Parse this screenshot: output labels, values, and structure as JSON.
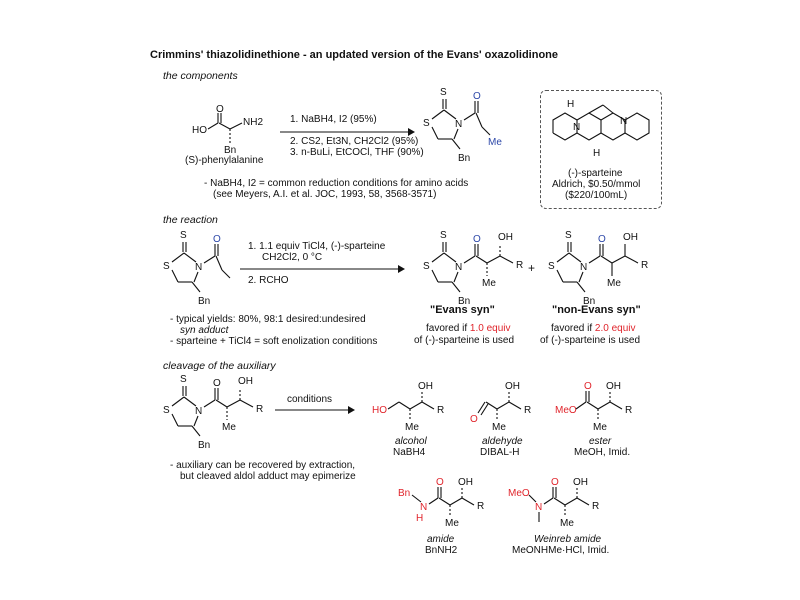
{
  "title": "Crimmins' thiazolidinethione - an updated version of the Evans' oxazolidinone",
  "sections": {
    "components": "the components",
    "reaction": "the reaction",
    "cleavage": "cleavage of the auxiliary"
  },
  "components": {
    "start_label": "(S)-phenylalanine",
    "step1": "1. NaBH4, I2 (95%)",
    "step2": "2. CS2, Et3N, CH2Cl2 (95%)",
    "step3": "3. n-BuLi, EtCOCl, THF (90%)",
    "note1": "- NaBH4, I2 = common reduction conditions for amino acids",
    "note2": "(see Meyers, A.I. et al.  JOC, 1993, 58, 3568-3571)",
    "sparteine_name": "(-)-sparteine",
    "sparteine_price": "Aldrich, $0.50/mmol",
    "sparteine_pack": "($220/100mL)"
  },
  "reaction": {
    "cond1": "1. 1.1 equiv TiCl4, (-)-sparteine",
    "cond1b": "CH2Cl2, 0 °C",
    "cond2": "2. RCHO",
    "plus": "+",
    "evans_label": "\"Evans syn\"",
    "nonevans_label": "\"non-Evans syn\"",
    "evans_fav_pre": "favored if ",
    "evans_fav_eq": "1.0 equiv",
    "evans_fav_post": "of (-)-sparteine is used",
    "nonevans_fav_pre": "favored if ",
    "nonevans_fav_eq": "2.0 equiv",
    "nonevans_fav_post": "of (-)-sparteine is used",
    "note1": "- typical yields: 80%, 98:1 desired:undesired",
    "note1b": "syn adduct",
    "note2": "- sparteine + TiCl4 = soft enolization conditions"
  },
  "cleavage": {
    "conditions": "conditions",
    "note1": "- auxiliary can be recovered by extraction,",
    "note2": "but cleaved aldol adduct may epimerize",
    "products": [
      {
        "name": "alcohol",
        "reagent": "NaBH4"
      },
      {
        "name": "aldehyde",
        "reagent": "DIBAL-H"
      },
      {
        "name": "ester",
        "reagent": "MeOH, Imid."
      },
      {
        "name": "amide",
        "reagent": "BnNH2"
      },
      {
        "name": "Weinreb amide",
        "reagent": "MeONHMe·HCl, Imid."
      }
    ]
  },
  "atoms": {
    "S": "S",
    "N": "N",
    "O": "O",
    "OH": "OH",
    "Me": "Me",
    "Bn": "Bn",
    "R": "R",
    "H": "H",
    "HO": "HO",
    "NH2": "NH2",
    "MeO": "MeO",
    "BnN": "Bn",
    "NH": "N"
  },
  "colors": {
    "acyl": "#2c47a8",
    "cleaved": "#e0242b",
    "text": "#111111"
  }
}
